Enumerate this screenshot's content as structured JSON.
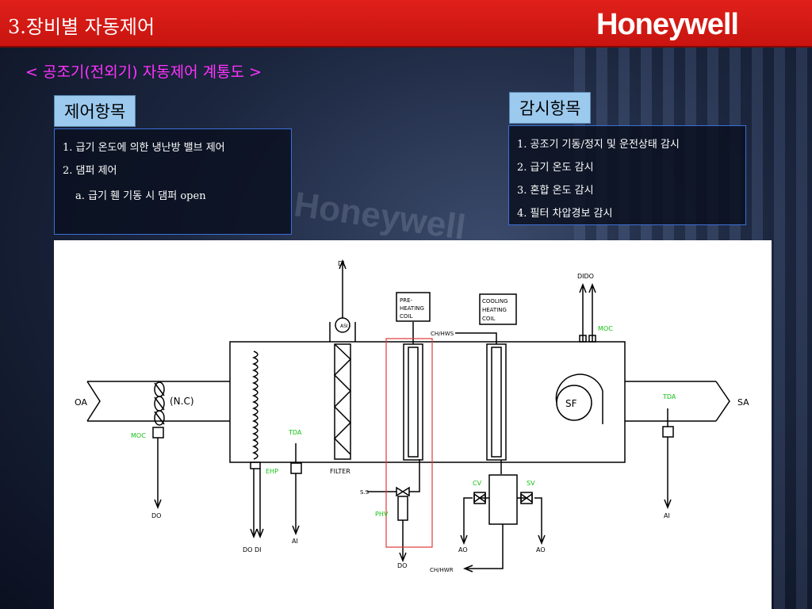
{
  "header": {
    "title": "3.장비별 자동제어",
    "logo": "Honeywell"
  },
  "subtitle": "< 공조기(전외기) 자동제어 계통도 >",
  "background": {
    "watermark": "Honeywell"
  },
  "control": {
    "heading": "제어항목",
    "items": [
      "1. 급기 온도에 의한 냉난방 밸브 제어",
      "2. 댐퍼 제어",
      "a. 급기 휀 기동 시 댐퍼 open"
    ]
  },
  "monitor": {
    "heading": "감시항목",
    "items": [
      "1. 공조기 기동/정지 및 운전상태 감시",
      "2. 급기 온도 감시",
      "3. 혼합 온도 감시",
      "4. 필터 차압경보 감시"
    ]
  },
  "diagram": {
    "oa": "OA",
    "sa": "SA",
    "nc": "(N.C)",
    "sf": "SF",
    "moc_left": "MOC",
    "moc_right": "MOC",
    "tda_left": "TDA",
    "tda_right": "TDA",
    "ehp": "EHP",
    "filter": "FILTER",
    "preheat": [
      "PRE-",
      "HEATING",
      "COIL"
    ],
    "cooling": [
      "COOLING",
      "HEATING",
      "COIL"
    ],
    "chws": "CH/HWS",
    "chwr": "CH/HWR",
    "ss": "S.S",
    "phv": "PHV",
    "cv": "CV",
    "sv": "SV",
    "asi": "ASI",
    "io": {
      "di_top": "DI",
      "dido": "DIDO",
      "do_left": "DO",
      "do_di": "DO DI",
      "ai_mid": "AI",
      "do_mid": "DO",
      "ao_left": "AO",
      "ao_right": "AO",
      "ai_right": "AI"
    }
  },
  "colors": {
    "header": "#d81a14",
    "subtitle": "#ff33ff",
    "tag_bg": "#9cc9ee",
    "box_border": "#3c6fd6",
    "highlight": "#e03a3a",
    "green_label": "#13c213"
  }
}
